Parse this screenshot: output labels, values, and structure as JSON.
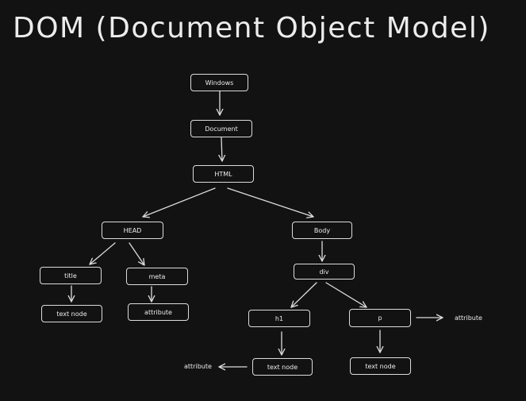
{
  "title": "DOM (Document Object Model)",
  "colors": {
    "background": "#121212",
    "stroke": "#dcdcdc",
    "text": "#ececec"
  },
  "nodes": {
    "windows": "Windows",
    "document": "Document",
    "html": "HTML",
    "head": "HEAD",
    "body": "Body",
    "title": "title",
    "meta": "meta",
    "head_text_node": "text node",
    "meta_attribute": "attribute",
    "div": "div",
    "h1": "h1",
    "p": "p",
    "h1_text_node": "text node",
    "p_text_node": "text node"
  },
  "labels": {
    "h1_attribute": "attribute",
    "p_attribute": "attribute"
  }
}
